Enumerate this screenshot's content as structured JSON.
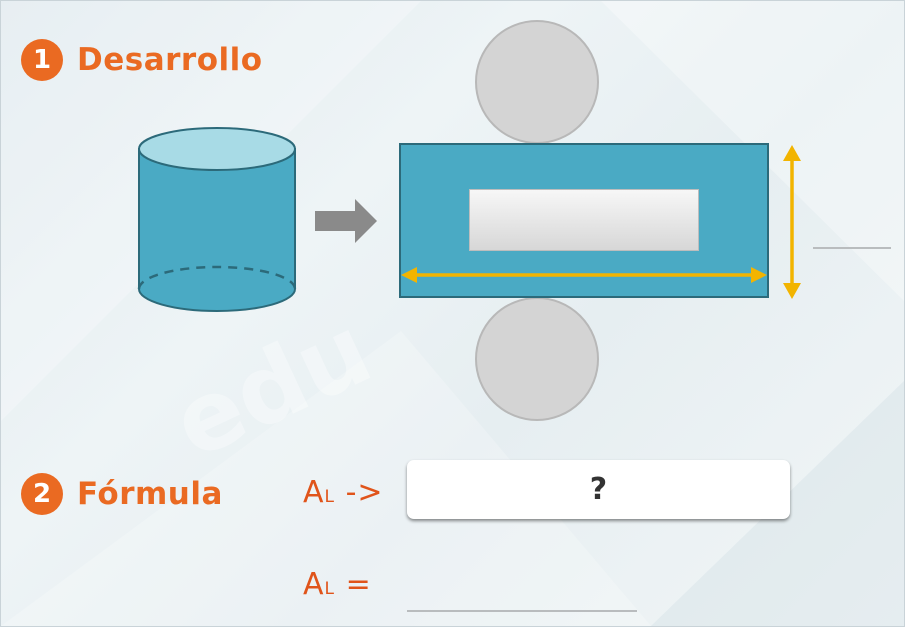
{
  "step1": {
    "number": "1",
    "title": "Desarrollo"
  },
  "step2": {
    "number": "2",
    "title": "Fórmula"
  },
  "formula": {
    "label_main": "A",
    "label_sub": "L",
    "arrow": "->",
    "equals": "=",
    "box_text": "?"
  },
  "watermark": "edu",
  "colors": {
    "accent": "#ea6a22",
    "formula_text": "#e0541a",
    "cylinder": "#4aaac4",
    "net_arrow": "#f2b400",
    "circle": "#d4d4d4"
  },
  "icons": [
    "unfold-arrow-icon",
    "width-arrow-icon",
    "height-arrow-icon"
  ]
}
